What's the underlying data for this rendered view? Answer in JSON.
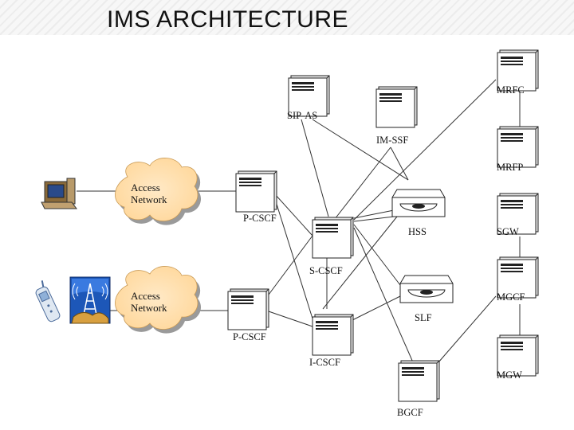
{
  "title": "IMS ARCHITECTURE",
  "nodes": {
    "sip_as": "SIP-AS",
    "im_ssf": "IM-SSF",
    "mrfc": "MRFC",
    "mrfp": "MRFP",
    "sgw": "SGW",
    "mgcf": "MGCF",
    "mgw": "MGW",
    "hss": "HSS",
    "slf": "SLF",
    "p_cscf_top": "P-CSCF",
    "p_cscf_bottom": "P-CSCF",
    "s_cscf": "S-CSCF",
    "i_cscf": "I-CSCF",
    "bgcf": "BGCF"
  },
  "clouds": {
    "top": [
      "Access",
      "Network"
    ],
    "bottom": [
      "Access",
      "Network"
    ]
  },
  "icons": [
    "computer-terminal-icon",
    "mobile-phone-icon",
    "radio-tower-icon",
    "server-icon",
    "database-drive-icon",
    "cloud-icon"
  ],
  "colors": {
    "accent_blue": "#1d57b8",
    "cloud_fill": "#ffe2b3",
    "cloud_shadow": "#9a9a9a"
  }
}
